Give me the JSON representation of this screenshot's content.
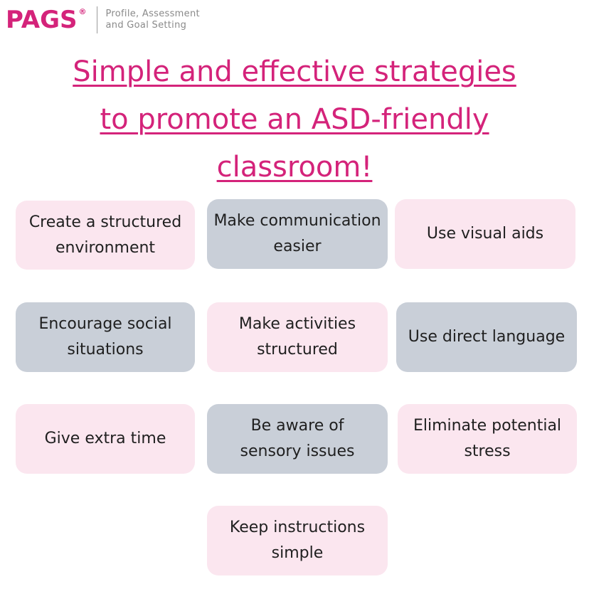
{
  "brand": {
    "name": "PAGS",
    "registered": "®",
    "tagline_line1": "Profile, Assessment",
    "tagline_line2": "and Goal Setting"
  },
  "title": {
    "line1": "Simple and effective strategies",
    "line2": "to promote an ASD-friendly",
    "line3": "classroom!"
  },
  "colors": {
    "accent": "#d4237a",
    "card_pink": "#fbe6ef",
    "card_gray": "#c9cfd8"
  },
  "strategies": [
    {
      "line1": "Create a structured",
      "line2": "environment",
      "color": "pink"
    },
    {
      "line1": "Make communication",
      "line2": "easier",
      "color": "gray"
    },
    {
      "line1": "Use visual aids",
      "line2": "",
      "color": "pink"
    },
    {
      "line1": "Encourage social",
      "line2": "situations",
      "color": "gray"
    },
    {
      "line1": "Make activities",
      "line2": "structured",
      "color": "pink"
    },
    {
      "line1": "Use direct language",
      "line2": "",
      "color": "gray"
    },
    {
      "line1": "Give extra time",
      "line2": "",
      "color": "pink"
    },
    {
      "line1": "Be aware of",
      "line2": "sensory issues",
      "color": "gray"
    },
    {
      "line1": "Eliminate potential",
      "line2": "stress",
      "color": "pink"
    },
    {
      "line1": "Keep instructions",
      "line2": "simple",
      "color": "pink"
    }
  ]
}
